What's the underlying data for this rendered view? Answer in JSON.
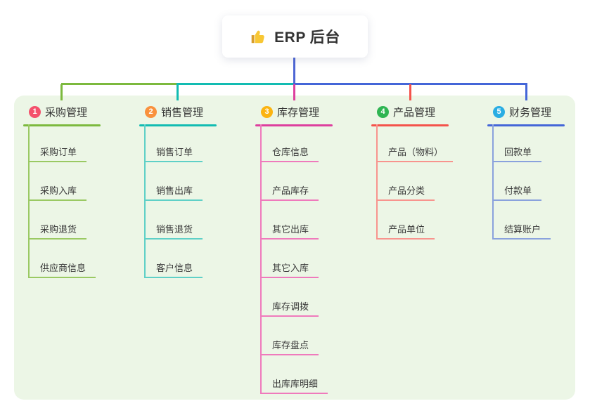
{
  "root": {
    "title": "ERP 后台",
    "icon": "thumbs-up-icon"
  },
  "colors": {
    "panel": "#ecf6e6",
    "stem": "#4e66d4",
    "card_bg": "#ffffff",
    "text": "#333333"
  },
  "branches": [
    {
      "badge": "1",
      "label": "采购管理",
      "badge_color": "#f4516c",
      "line_color": "#7cb93e",
      "sub_line_color": "#9ac963",
      "items": [
        "采购订单",
        "采购入库",
        "采购退货",
        "供应商信息"
      ]
    },
    {
      "badge": "2",
      "label": "销售管理",
      "badge_color": "#f9913d",
      "line_color": "#12bcb2",
      "sub_line_color": "#5fd0c7",
      "items": [
        "销售订单",
        "销售出库",
        "销售退货",
        "客户信息"
      ]
    },
    {
      "badge": "3",
      "label": "库存管理",
      "badge_color": "#fbb411",
      "line_color": "#dd3f9e",
      "sub_line_color": "#ef7abc",
      "items": [
        "仓库信息",
        "产品库存",
        "其它出库",
        "其它入库",
        "库存调拨",
        "库存盘点",
        "出库库明细"
      ]
    },
    {
      "badge": "4",
      "label": "产品管理",
      "badge_color": "#2fb553",
      "line_color": "#f4534b",
      "sub_line_color": "#f8948e",
      "items": [
        "产品（物料）",
        "产品分类",
        "产品单位"
      ]
    },
    {
      "badge": "5",
      "label": "财务管理",
      "badge_color": "#29ade3",
      "line_color": "#4466d8",
      "sub_line_color": "#8aa2dd",
      "items": [
        "回款单",
        "付款单",
        "结算账户"
      ]
    }
  ]
}
